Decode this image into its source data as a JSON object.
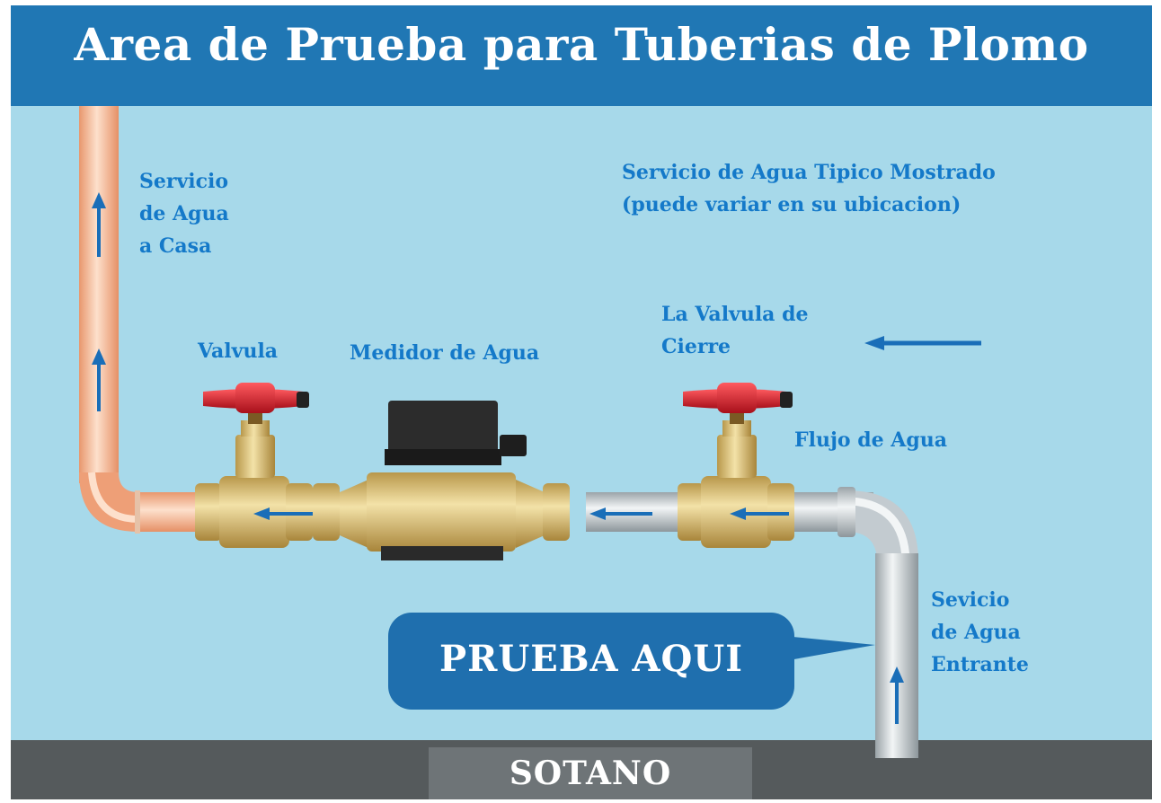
{
  "title": "Area de Prueba para Tuberias de Plomo",
  "labels": {
    "house_service": "Servicio\nde Agua\na Casa",
    "typical_service": "Servicio de Agua Tipico Mostrado\n(puede variar en su ubicacion)",
    "valve": "Valvula",
    "meter": "Medidor de Agua",
    "shutoff_valve": "La Valvula de\nCierre",
    "water_flow": "Flujo de Agua",
    "incoming_service": "Sevicio\nde Agua\nEntrante"
  },
  "callout": {
    "text": "PRUEBA AQUI"
  },
  "floor": {
    "label": "SOTANO"
  },
  "colors": {
    "background": "#a7d9ea",
    "header": "#2077b4",
    "label_text": "#1479c9",
    "copper_pipe": "#f2b08a",
    "galvanized_pipe": "#cfd6da",
    "brass": "#d9bf78",
    "valve_handle": "#d6222f",
    "meter_cover": "#222222",
    "floor": "#555a5c",
    "callout": "#1f6fae",
    "arrow": "#1a6eb8"
  }
}
